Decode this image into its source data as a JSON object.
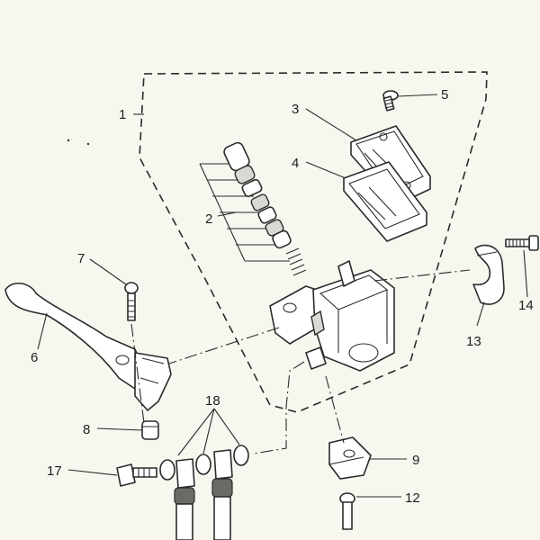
{
  "callouts": {
    "c1": "1",
    "c2": "2",
    "c3": "3",
    "c4": "4",
    "c5": "5",
    "c6": "6",
    "c7": "7",
    "c8": "8",
    "c9": "9",
    "c12": "12",
    "c13": "13",
    "c14": "14",
    "c17": "17",
    "c18": "18"
  },
  "colors": {
    "background": "#f7f6ef",
    "line": "#2b2b2b"
  }
}
